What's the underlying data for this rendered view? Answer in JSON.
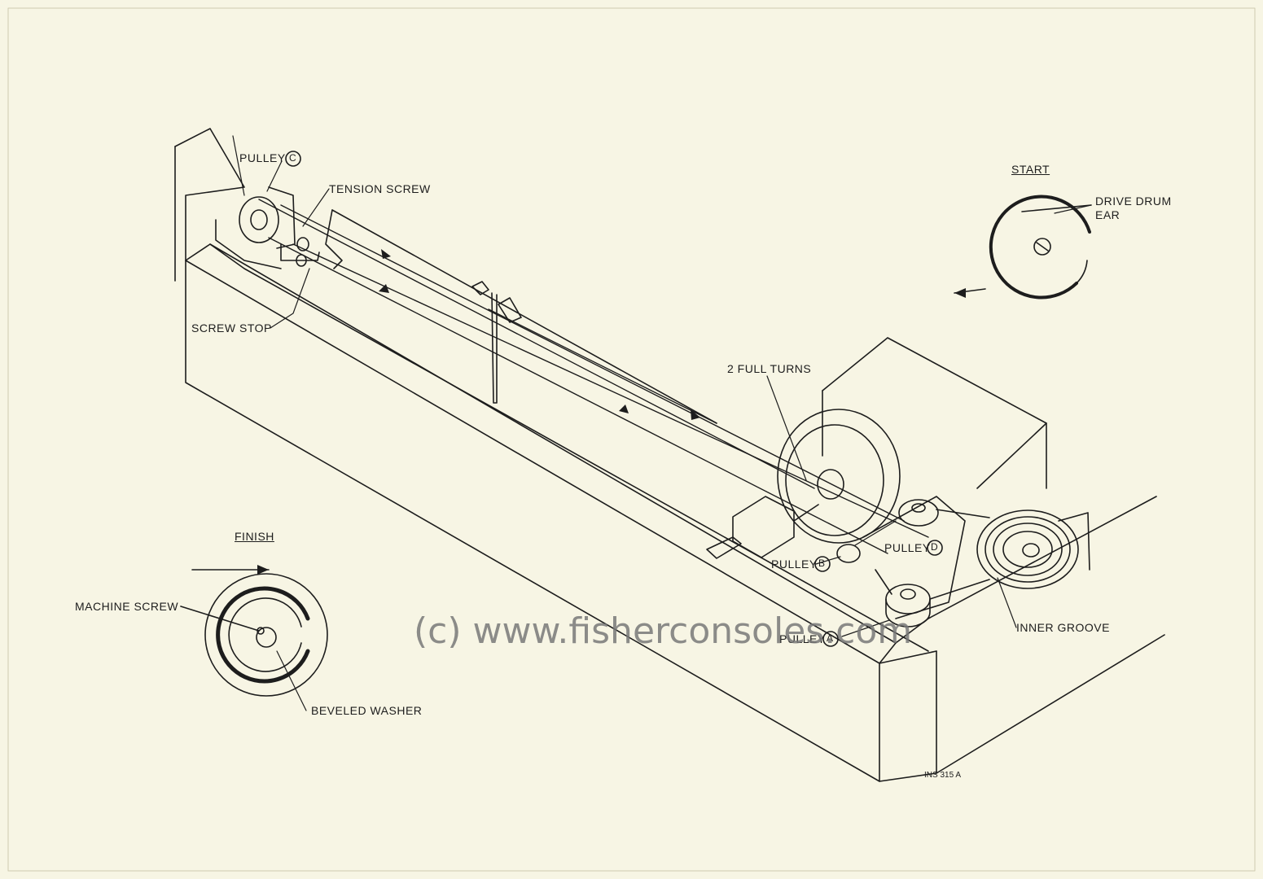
{
  "labels": {
    "pulley_c": "PULLEY",
    "pulley_c_letter": "C",
    "tension_screw": "TENSION SCREW",
    "screw_stop": "SCREW STOP",
    "start": "START",
    "drive_drum_ear_1": "DRIVE DRUM",
    "drive_drum_ear_2": "EAR",
    "two_full_turns": "2 FULL TURNS",
    "pulley_d": "PULLEY",
    "pulley_d_letter": "D",
    "pulley_b": "PULLEY",
    "pulley_b_letter": "B",
    "pulley_a": "PULLEY",
    "pulley_a_letter": "A",
    "inner_groove": "INNER GROOVE",
    "finish": "FINISH",
    "machine_screw": "MACHINE SCREW",
    "beveled_washer": "BEVELED WASHER",
    "drawing_number": "INS 315 A"
  },
  "watermark": "(c) www.fisherconsoles.com",
  "colors": {
    "paper": "#f7f5e4",
    "ink": "#1d1d1d"
  }
}
